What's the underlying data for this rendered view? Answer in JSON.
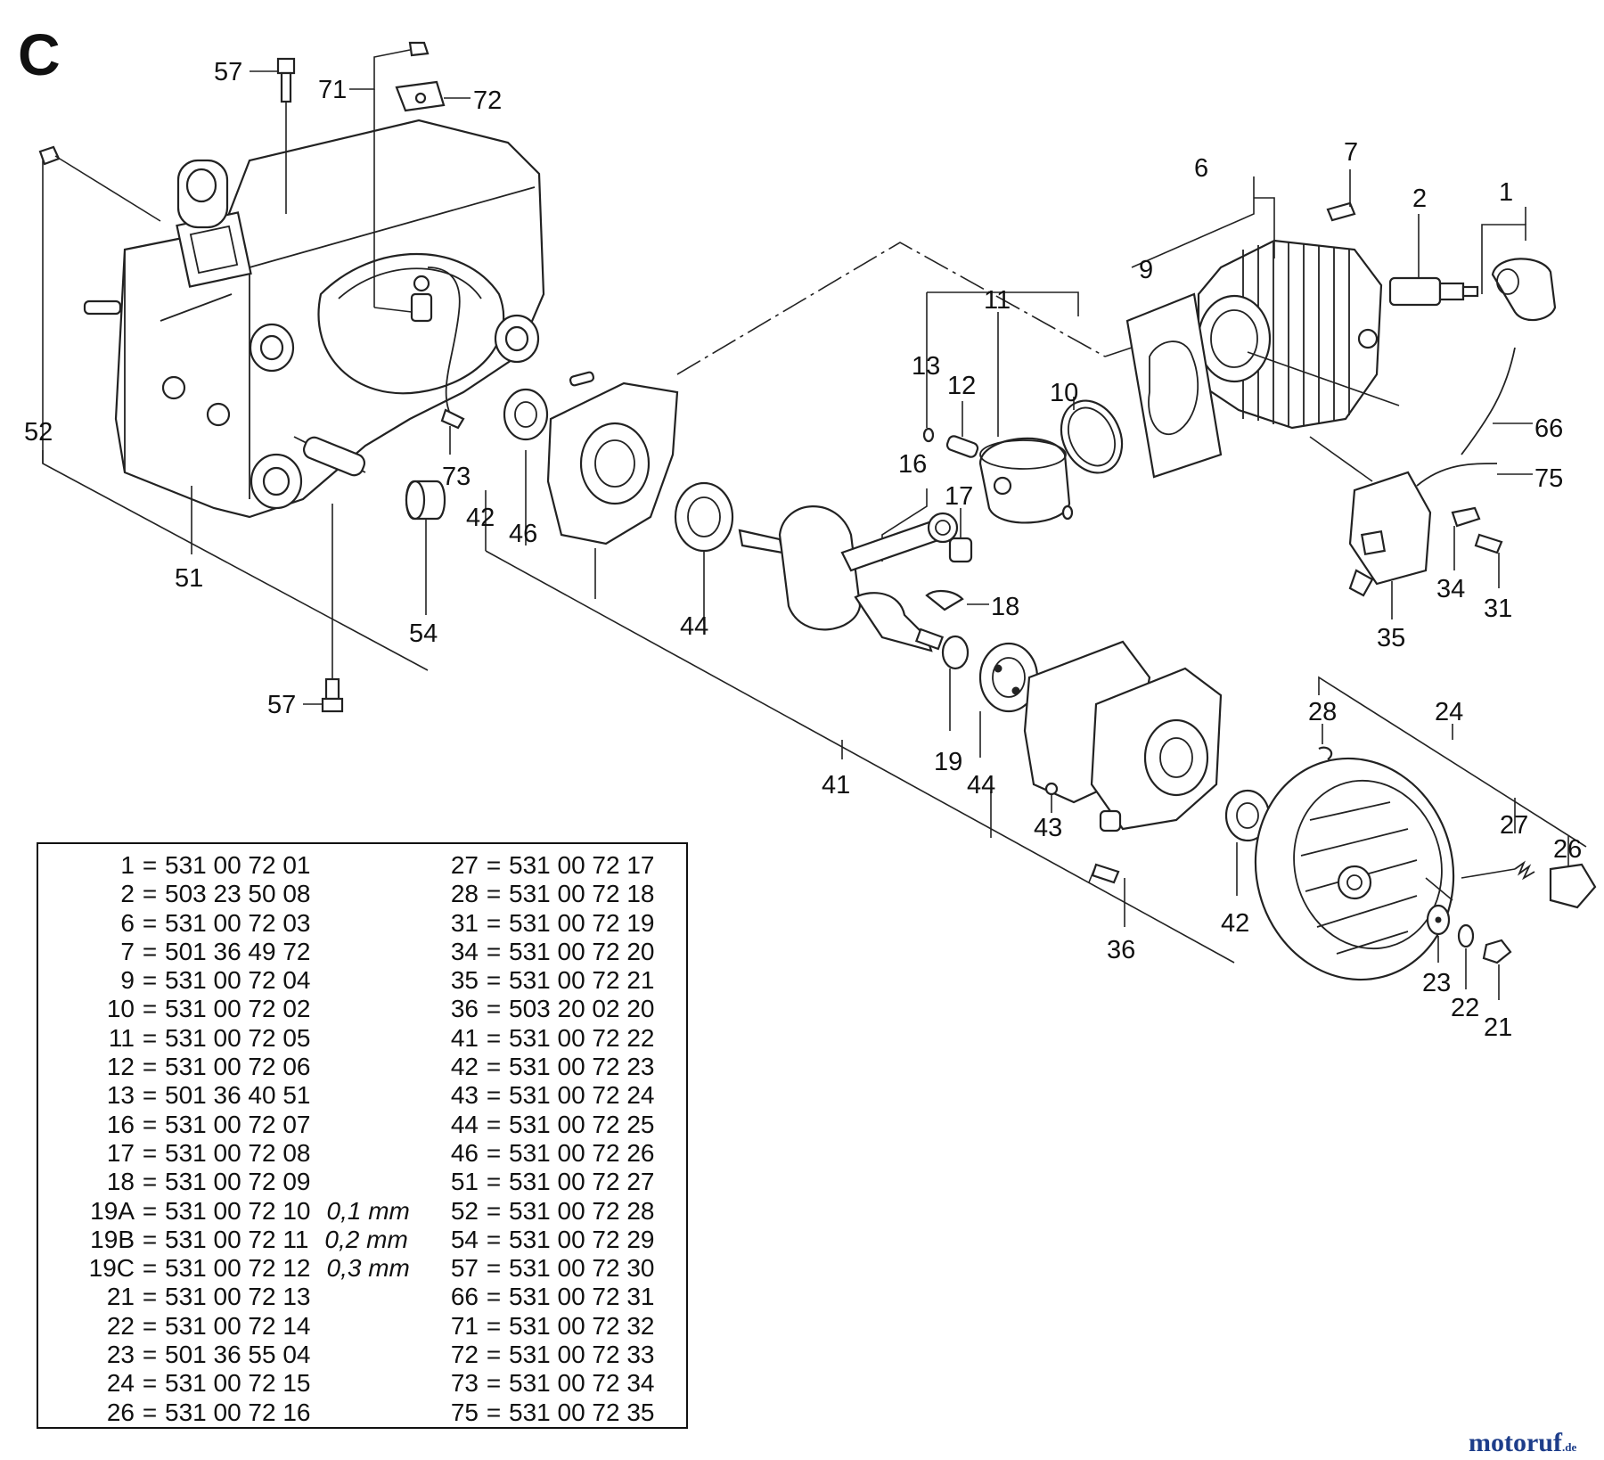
{
  "section_letter": "C",
  "callouts": {
    "c1": "1",
    "c2": "2",
    "c6": "6",
    "c7": "7",
    "c9": "9",
    "c10": "10",
    "c11": "11",
    "c12": "12",
    "c13": "13",
    "c16": "16",
    "c17": "17",
    "c18": "18",
    "c19": "19",
    "c21": "21",
    "c22": "22",
    "c23": "23",
    "c24": "24",
    "c26": "26",
    "c27": "27",
    "c28": "28",
    "c31": "31",
    "c34": "34",
    "c35": "35",
    "c36": "36",
    "c41": "41",
    "c42a": "42",
    "c42b": "42",
    "c43": "43",
    "c44a": "44",
    "c44b": "44",
    "c46": "46",
    "c51": "51",
    "c52": "52",
    "c54": "54",
    "c57a": "57",
    "c57b": "57",
    "c66": "66",
    "c71": "71",
    "c72": "72",
    "c73": "73",
    "c75": "75"
  },
  "parts_table": {
    "left_column": [
      {
        "num": "1",
        "part": "531 00 72 01",
        "note": ""
      },
      {
        "num": "2",
        "part": "503 23 50 08",
        "note": ""
      },
      {
        "num": "6",
        "part": "531 00 72 03",
        "note": ""
      },
      {
        "num": "7",
        "part": "501 36 49 72",
        "note": ""
      },
      {
        "num": "9",
        "part": "531 00 72 04",
        "note": ""
      },
      {
        "num": "10",
        "part": "531 00 72 02",
        "note": ""
      },
      {
        "num": "11",
        "part": "531 00 72 05",
        "note": ""
      },
      {
        "num": "12",
        "part": "531 00 72 06",
        "note": ""
      },
      {
        "num": "13",
        "part": "501 36 40 51",
        "note": ""
      },
      {
        "num": "16",
        "part": "531 00 72 07",
        "note": ""
      },
      {
        "num": "17",
        "part": "531 00 72 08",
        "note": ""
      },
      {
        "num": "18",
        "part": "531 00 72 09",
        "note": ""
      },
      {
        "num": "19A",
        "part": "531 00 72 10",
        "note": "0,1 mm"
      },
      {
        "num": "19B",
        "part": "531 00 72 11",
        "note": "0,2 mm"
      },
      {
        "num": "19C",
        "part": "531 00 72 12",
        "note": "0,3 mm"
      },
      {
        "num": "21",
        "part": "531 00 72 13",
        "note": ""
      },
      {
        "num": "22",
        "part": "531 00 72 14",
        "note": ""
      },
      {
        "num": "23",
        "part": "501 36 55 04",
        "note": ""
      },
      {
        "num": "24",
        "part": "531 00 72 15",
        "note": ""
      },
      {
        "num": "26",
        "part": "531 00 72 16",
        "note": ""
      }
    ],
    "right_column": [
      {
        "num": "27",
        "part": "531 00 72 17",
        "note": ""
      },
      {
        "num": "28",
        "part": "531 00 72 18",
        "note": ""
      },
      {
        "num": "31",
        "part": "531 00 72 19",
        "note": ""
      },
      {
        "num": "34",
        "part": "531 00 72 20",
        "note": ""
      },
      {
        "num": "35",
        "part": "531 00 72 21",
        "note": ""
      },
      {
        "num": "36",
        "part": "503 20 02 20",
        "note": ""
      },
      {
        "num": "41",
        "part": "531 00 72 22",
        "note": ""
      },
      {
        "num": "42",
        "part": "531 00 72 23",
        "note": ""
      },
      {
        "num": "43",
        "part": "531 00 72 24",
        "note": ""
      },
      {
        "num": "44",
        "part": "531 00 72 25",
        "note": ""
      },
      {
        "num": "46",
        "part": "531 00 72 26",
        "note": ""
      },
      {
        "num": "51",
        "part": "531 00 72 27",
        "note": ""
      },
      {
        "num": "52",
        "part": "531 00 72 28",
        "note": ""
      },
      {
        "num": "54",
        "part": "531 00 72 29",
        "note": ""
      },
      {
        "num": "57",
        "part": "531 00 72 30",
        "note": ""
      },
      {
        "num": "66",
        "part": "531 00 72 31",
        "note": ""
      },
      {
        "num": "71",
        "part": "531 00 72 32",
        "note": ""
      },
      {
        "num": "72",
        "part": "531 00 72 33",
        "note": ""
      },
      {
        "num": "73",
        "part": "531 00 72 34",
        "note": ""
      },
      {
        "num": "75",
        "part": "531 00 72 35",
        "note": ""
      }
    ]
  },
  "watermark": {
    "brand": "motoruf",
    "suffix": ".de",
    "color": "#1d3d8a"
  }
}
